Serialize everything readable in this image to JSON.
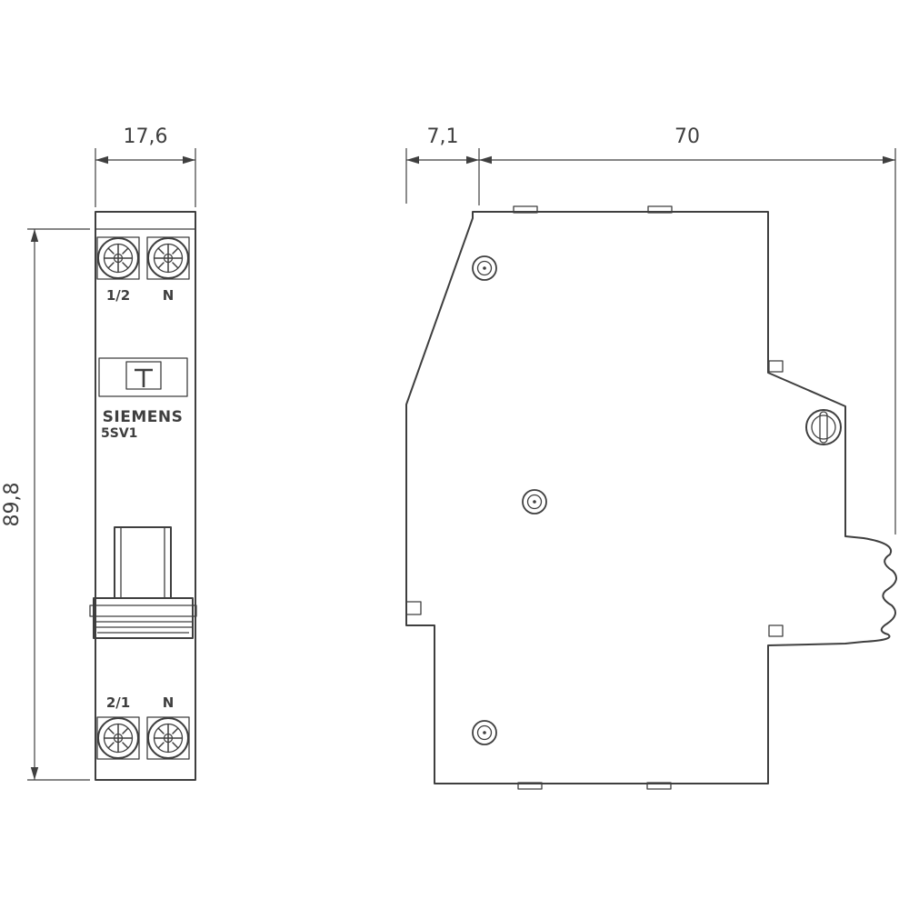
{
  "colors": {
    "line": "#3f3f3f",
    "text": "#3f3f3f",
    "bg": "#ffffff"
  },
  "dimensions": {
    "width": "17,6",
    "height": "89,8",
    "depth_offset": "7,1",
    "depth": "70"
  },
  "front_view": {
    "terminal_top_left": "1/2",
    "terminal_top_right": "N",
    "brand": "SIEMENS",
    "model": "5SV1",
    "terminal_bottom_left": "2/1",
    "terminal_bottom_right": "N"
  }
}
